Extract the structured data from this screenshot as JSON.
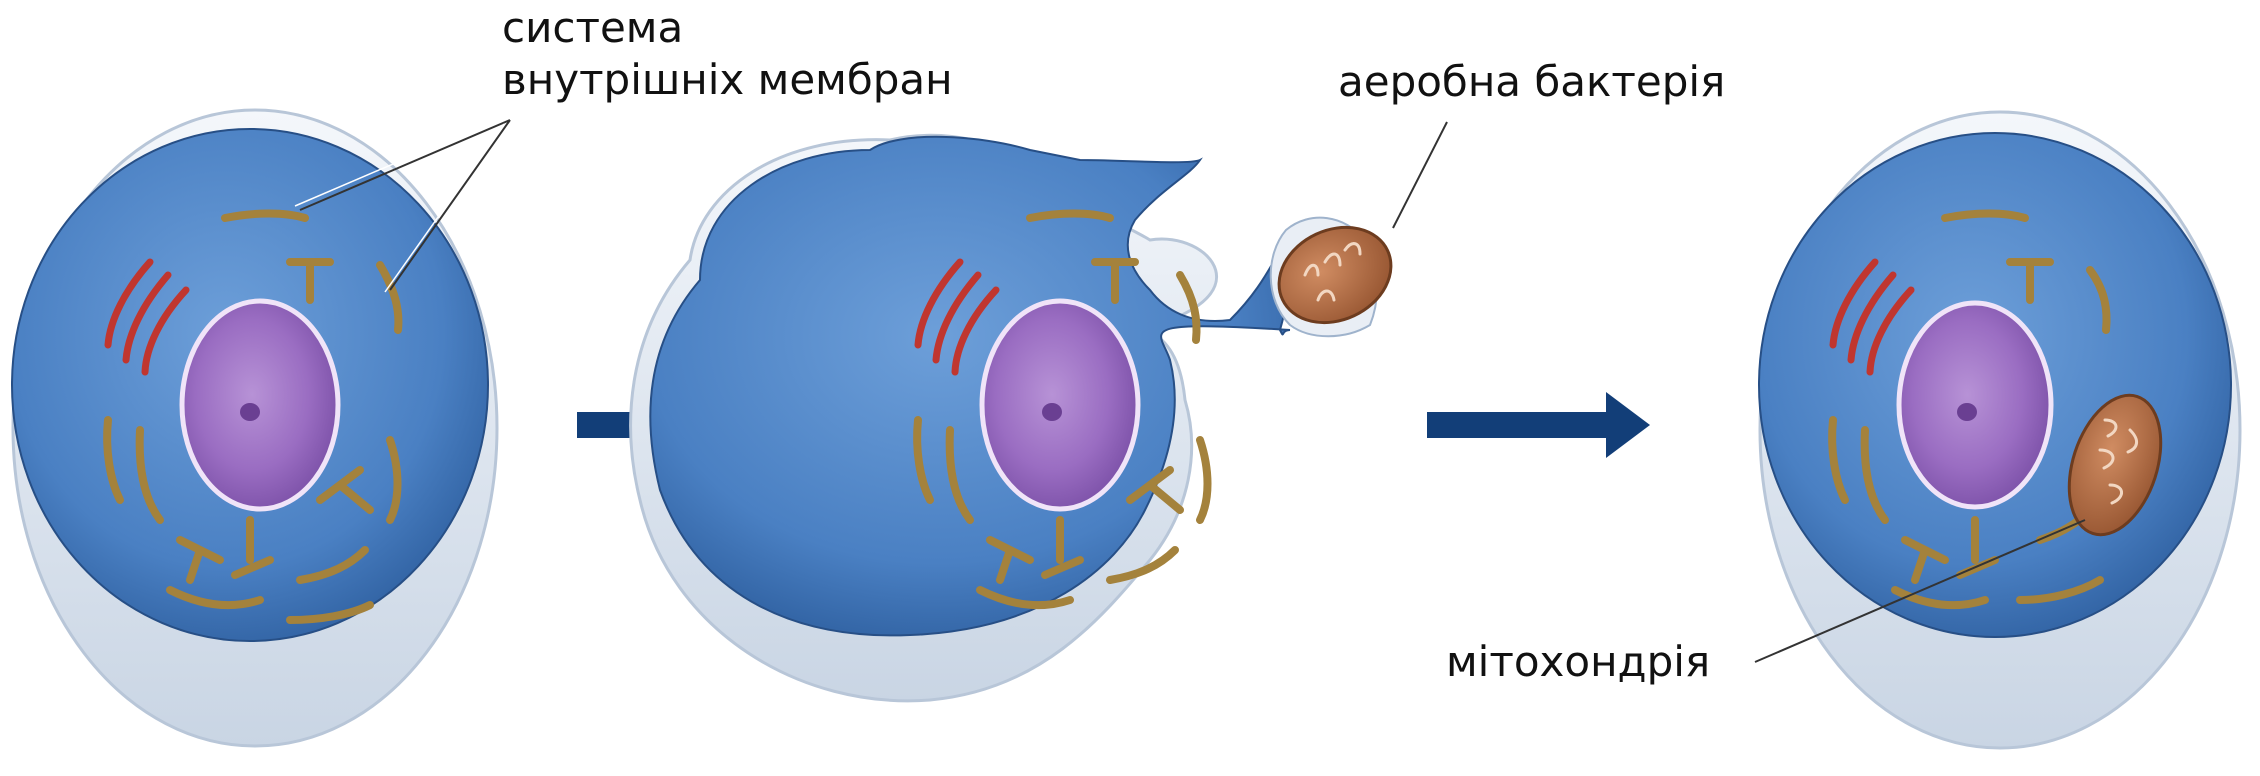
{
  "labels": {
    "internal_membranes_line1": "система",
    "internal_membranes_line2": "внутрішніх мембран",
    "aerobic_bacterium": "аеробна бактерія",
    "mitochondrion": "мітохондрія"
  },
  "colors": {
    "cytoplasm": "#4f86c8",
    "cytoplasm_dark": "#2f5f9e",
    "cell_rim": "#dfe7f1",
    "nucleus": "#9b6fc4",
    "nucleus_dark": "#6f4597",
    "membrane_brown": "#a4823c",
    "er_red": "#c2342f",
    "bacterium": "#b8714a",
    "arrow": "#123e78"
  }
}
